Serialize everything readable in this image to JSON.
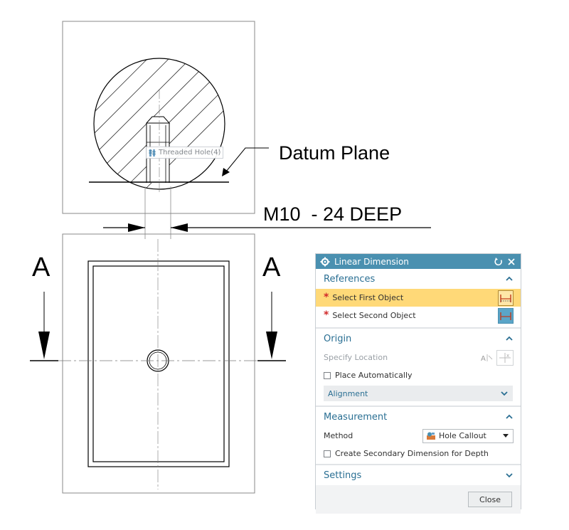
{
  "drawing": {
    "callout_label": "Datum Plane",
    "hole_dimension": "M10  - 24 DEEP",
    "section_left_label": "A",
    "section_right_label": "A"
  },
  "tooltip": {
    "icon": "threaded-hole-icon",
    "text": "Threaded Hole(4)"
  },
  "dialog": {
    "title": "Linear Dimension",
    "title_icon": "gear-icon",
    "title_color": "#4a90b0",
    "references": {
      "header": "References",
      "first": "Select First Object",
      "second": "Select Second Object"
    },
    "origin": {
      "header": "Origin",
      "specify_location": "Specify Location",
      "place_auto": "Place Automatically",
      "alignment": "Alignment"
    },
    "measurement": {
      "header": "Measurement",
      "method_label": "Method",
      "method_value": "Hole Callout",
      "secondary": "Create Secondary Dimension for Depth"
    },
    "settings": {
      "header": "Settings"
    },
    "close_label": "Close",
    "accent_color": "#2a6f93",
    "selection_color": "#ffd978"
  }
}
